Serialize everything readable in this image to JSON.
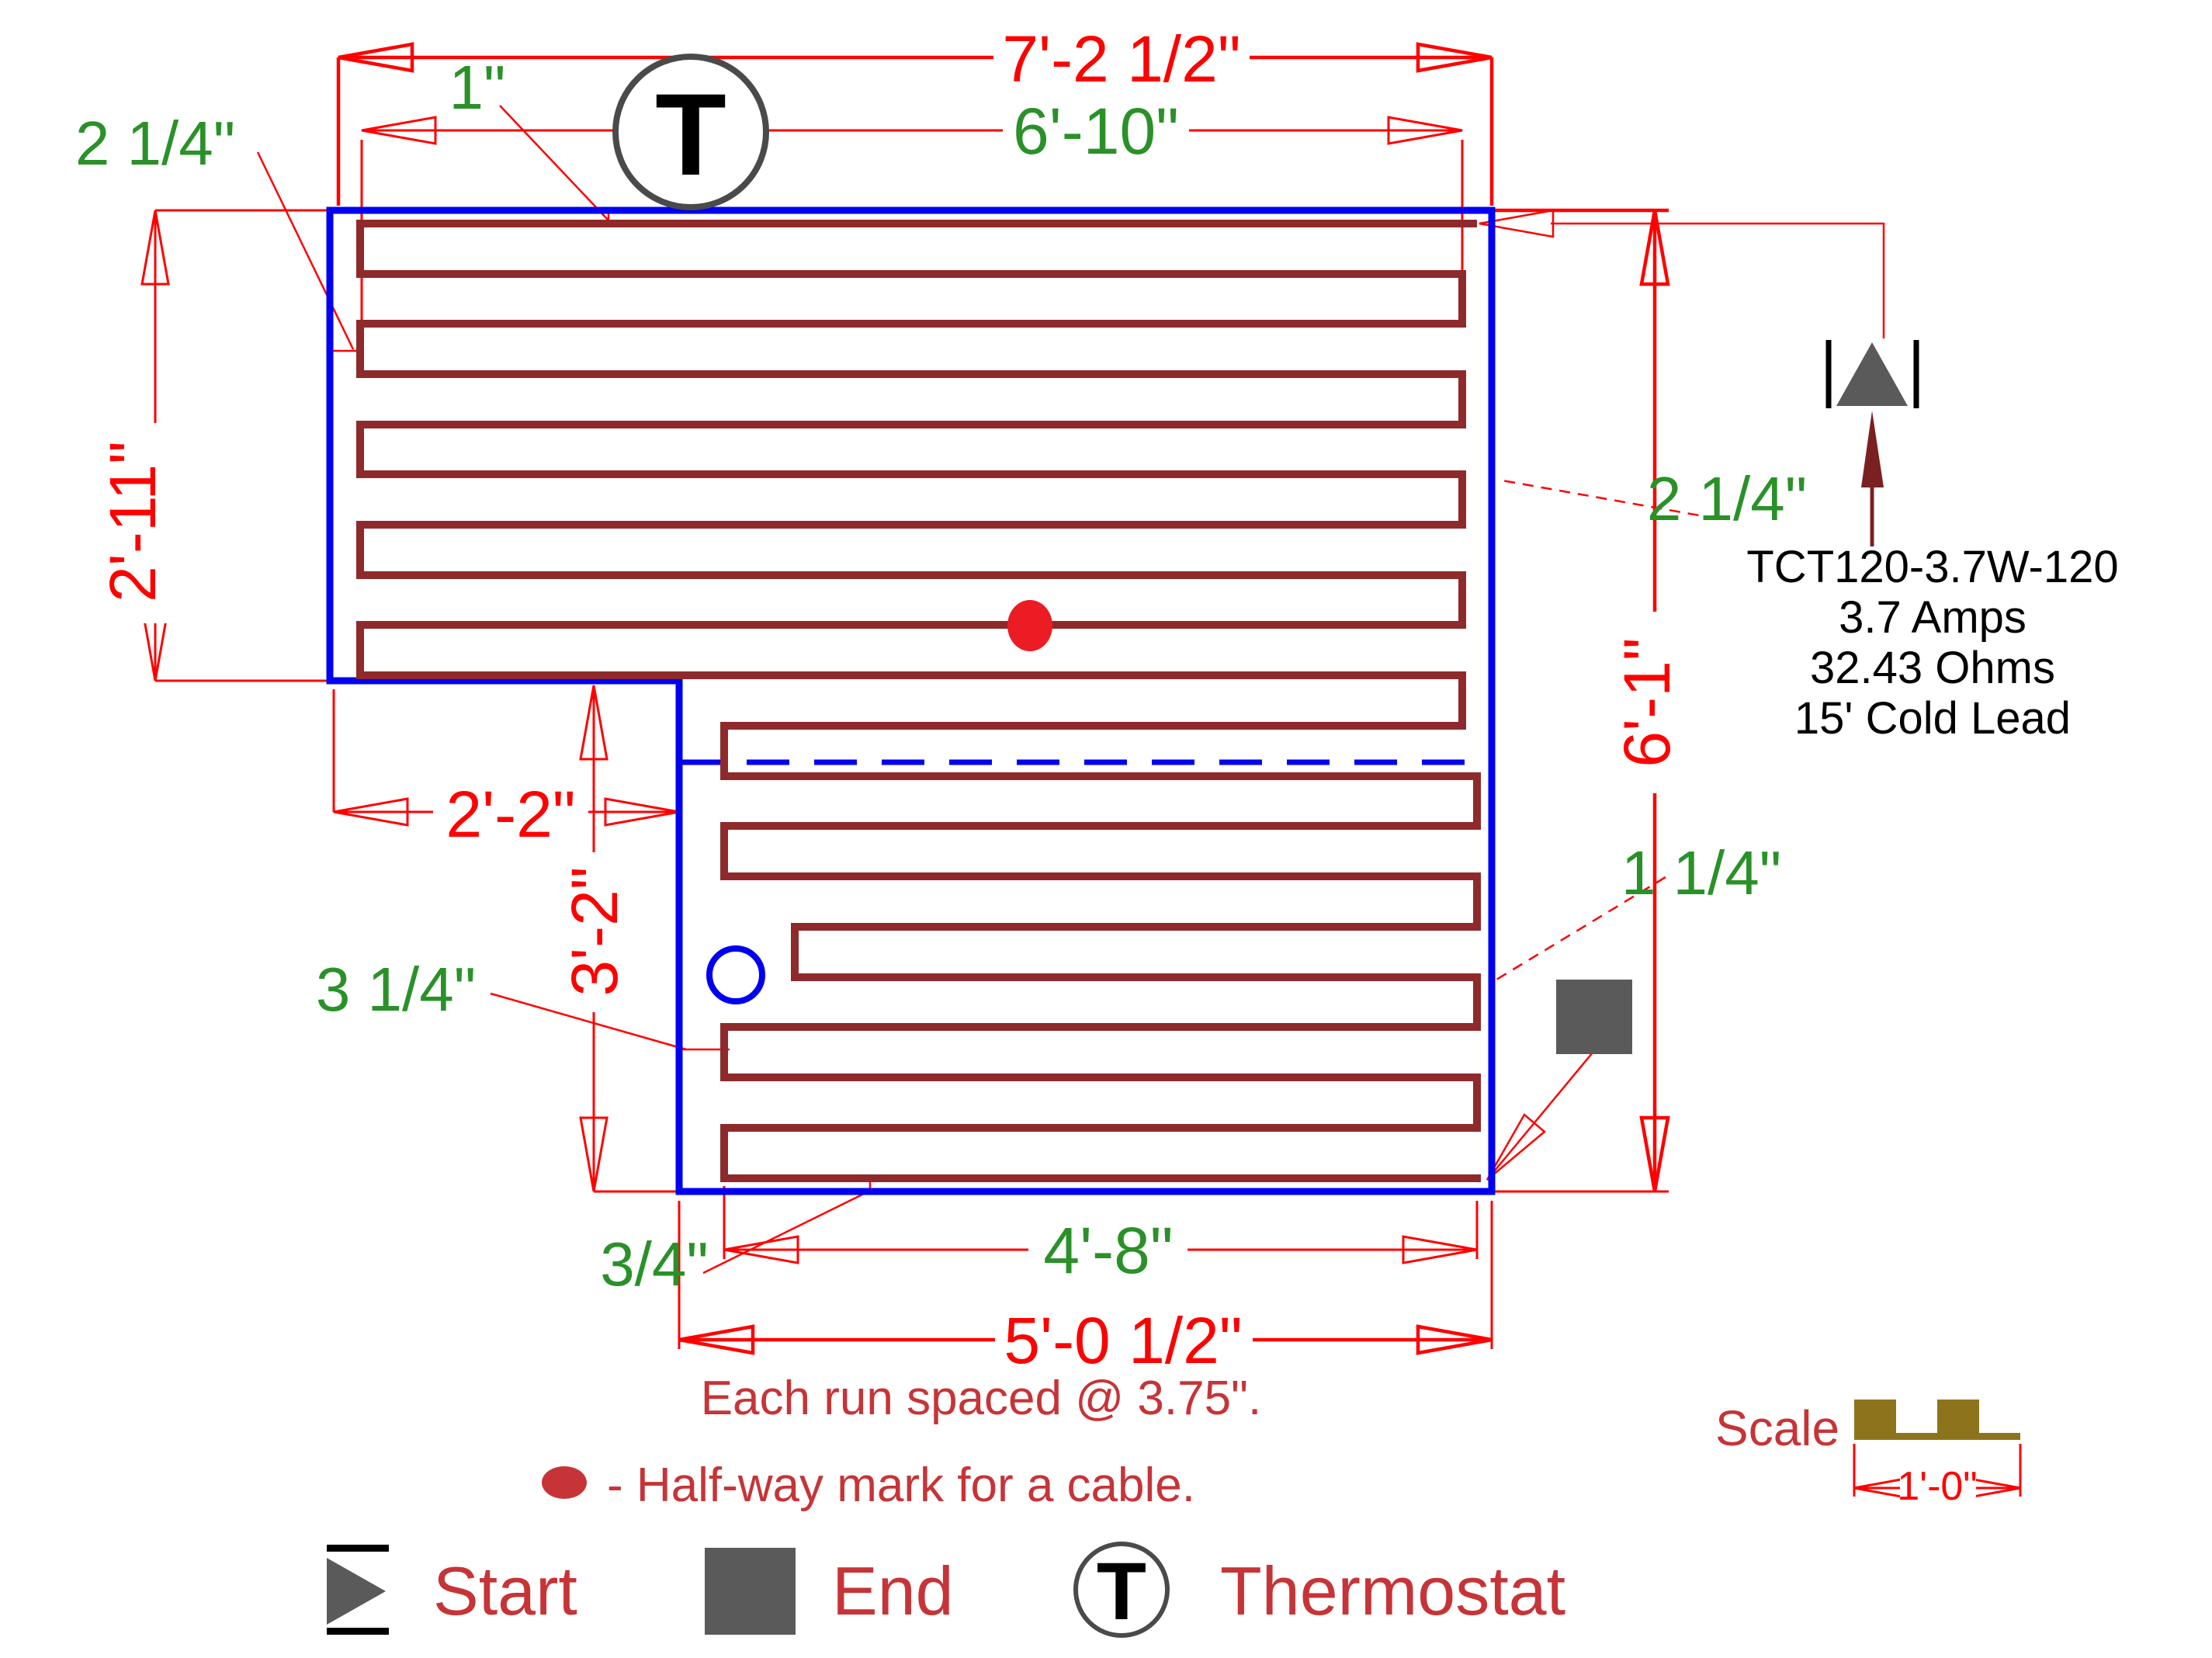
{
  "drawing_type": "electric floor heating cable layout plan",
  "colors": {
    "room_outline": "#0000f0",
    "cable": "#8e2a2c",
    "dimension_red": "#ff0000",
    "dimension_green": "#2a9129",
    "note_crimson": "#c63438",
    "symbol_gray": "#5a5a5a",
    "thermostat_ring_gray": "#4a4a4a",
    "cold_lead_maroon": "#7b2022",
    "halfway_dot_red": "#ec1c24",
    "scale_bar_gold": "#8d741c",
    "black": "#000000"
  },
  "dimensions": {
    "top_width": "7'-2 1/2\"",
    "cable_width_top": "6'-10\"",
    "upper_left_height": "2'-11\"",
    "right_height": "6'-1\"",
    "notch_width": "2'-2\"",
    "lower_left_height": "3'-2\"",
    "cable_width_bottom": "4'-8\"",
    "bottom_width": "5'-0 1/2\""
  },
  "offsets": {
    "top_gap": "1\"",
    "upper_left_gap": "2 1/4\"",
    "upper_right_gap": "2 1/4\"",
    "lower_right_gap": "1 1/4\"",
    "lower_left_gap": "3 1/4\"",
    "bottom_gap": "3/4\""
  },
  "product": {
    "model": "TCT120-3.7W-120",
    "amps": "3.7 Amps",
    "ohms": "32.43 Ohms",
    "cold_lead": "15' Cold Lead"
  },
  "notes": {
    "spacing": "Each run spaced @ 3.75\".",
    "halfway": "- Half-way mark for a cable."
  },
  "legend": {
    "start_label": "Start",
    "end_label": "End",
    "thermostat_label": "Thermostat",
    "thermostat_letter": "T"
  },
  "scale": {
    "label": "Scale",
    "value": "1'-0\""
  }
}
